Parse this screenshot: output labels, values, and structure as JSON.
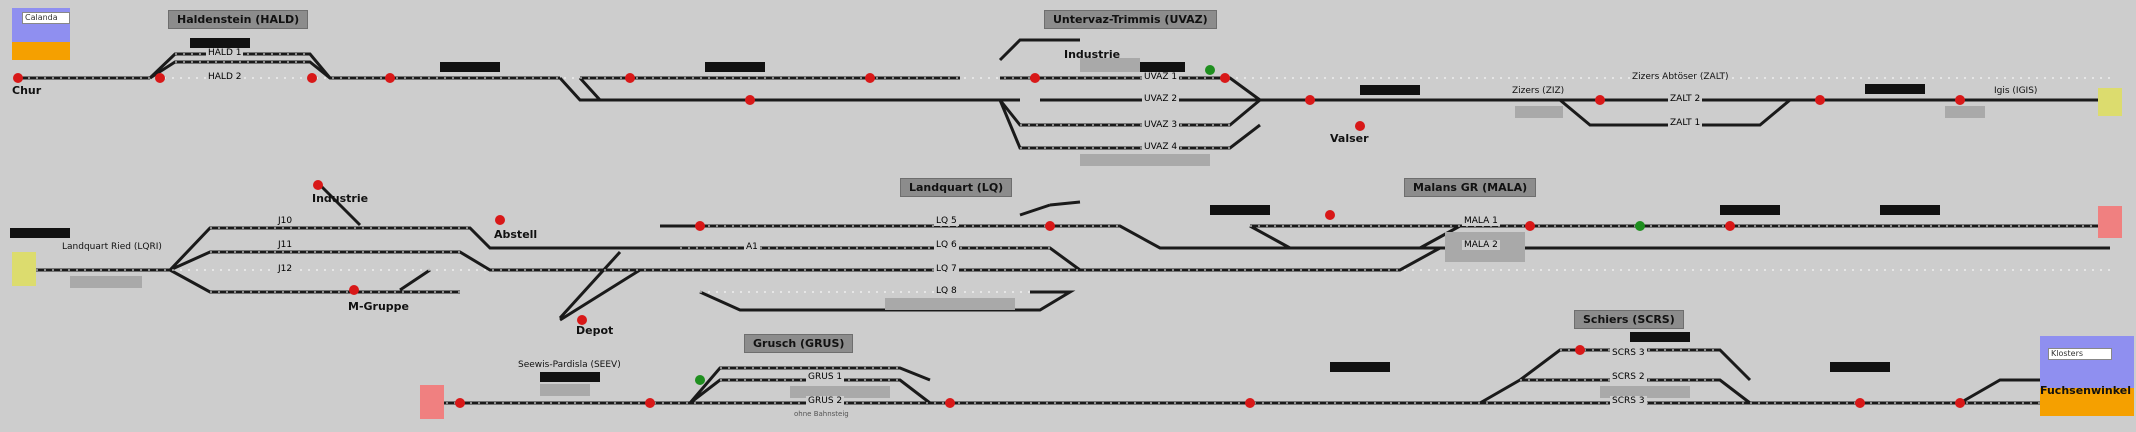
{
  "stations": {
    "hald": "Haldenstein (HALD)",
    "uvaz": "Untervaz-Trimmis (UVAZ)",
    "lq": "Landquart (LQ)",
    "mala": "Malans GR (MALA)",
    "grus": "Grusch (GRUS)",
    "scrs": "Schiers (SCRS)"
  },
  "places": {
    "chur": "Chur",
    "industrie1": "Industrie",
    "industrie2": "Industrie",
    "valser": "Valser",
    "abstell": "Abstell",
    "mgruppe": "M-Gruppe",
    "depot": "Depot",
    "fuchsenwinkel": "Fuchsenwinkel"
  },
  "small_labels": {
    "ziz": "Zizers (ZIZ)",
    "zalt": "Zizers Abtöser (ZALT)",
    "igis": "Igis (IGIS)",
    "lqri": "Landquart Ried (LQRI)",
    "seev": "Seewis-Pardisla (SEEV)",
    "ohne": "ohne Bahnsteig"
  },
  "track_labels": {
    "hald1": "HALD 1",
    "hald2": "HALD 2",
    "uvaz1": "UVAZ 1",
    "uvaz2": "UVAZ 2",
    "uvaz3": "UVAZ 3",
    "uvaz4": "UVAZ 4",
    "zalt2": "ZALT 2",
    "zalt1": "ZALT 1",
    "j10": "J10",
    "j11": "J11",
    "j12": "J12",
    "a1": "A1",
    "lq5": "LQ 5",
    "lq6": "LQ 6",
    "lq7": "LQ 7",
    "lq8": "LQ 8",
    "mala1": "MALA 1",
    "mala2": "MALA 2",
    "grus1": "GRUS 1",
    "grus2": "GRUS 2",
    "scrs3a": "SCRS 3",
    "scrs2": "SCRS 2",
    "scrs3b": "SCRS 3"
  },
  "corner": {
    "calanda": "Calanda",
    "klosters": "Klosters"
  },
  "colors": {
    "background": "#cdcdcd",
    "track": "#1a1a1a",
    "signal_red": "#d81818",
    "signal_green": "#1f8f1f",
    "box_gray": "#8c8c8c",
    "endpoint_yellow": "#dcdc6e",
    "endpoint_pink": "#f08080",
    "corner_blue": "#8f8ff0",
    "corner_orange": "#f5a000"
  }
}
